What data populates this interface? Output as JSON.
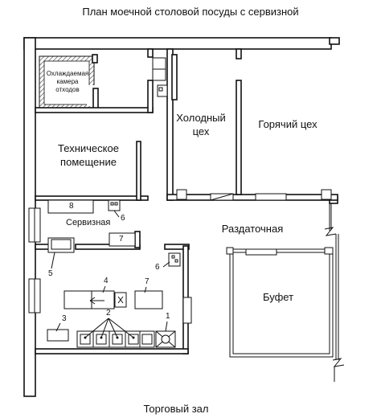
{
  "title": "План моечной столовой посуды с сервизной",
  "rooms": {
    "cold_room": [
      "Охлаждаемая",
      "камера",
      "отходов"
    ],
    "technical": [
      "Техническое",
      "помещение"
    ],
    "cold_shop": [
      "Холодный",
      "цех"
    ],
    "hot_shop": "Горячий цех",
    "service": "Сервизная",
    "distribution": "Раздаточная",
    "buffet": "Буфет",
    "dining": "Торговый зал"
  },
  "equipment_numbers": {
    "n1": "1",
    "n2": "2",
    "n3": "3",
    "n4": "4",
    "n5": "5",
    "n6a": "6",
    "n6b": "6",
    "n7a": "7",
    "n7b": "7",
    "n8": "8"
  },
  "colors": {
    "line": "#111111",
    "hatch": "#555555",
    "background": "#ffffff"
  }
}
